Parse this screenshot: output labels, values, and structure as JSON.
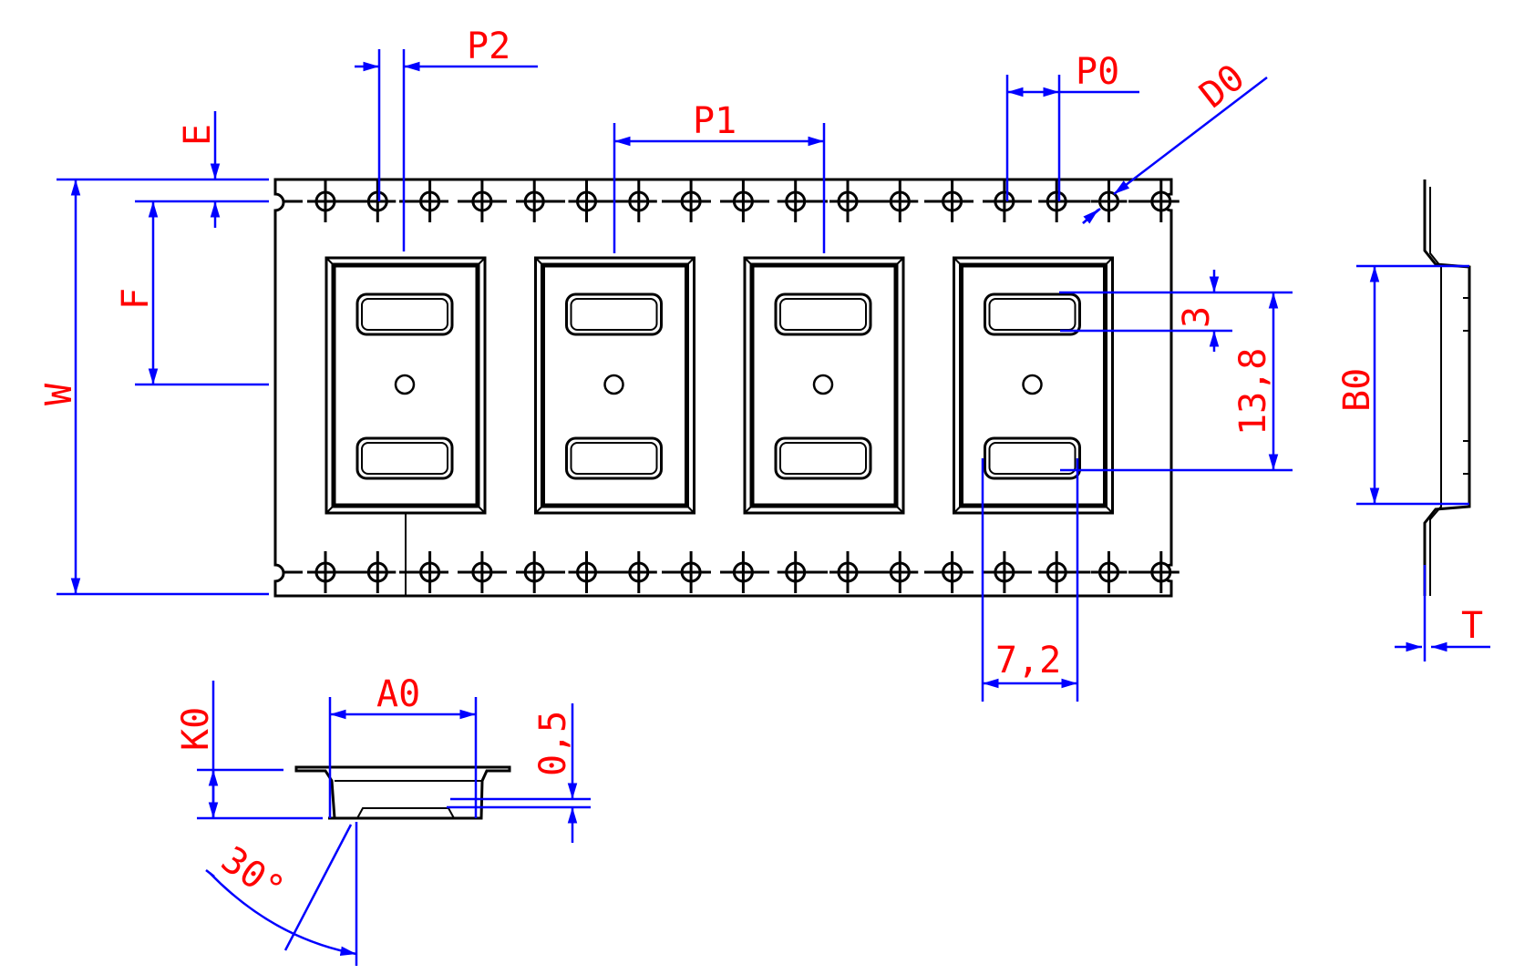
{
  "drawing": {
    "title": "Carrier tape dimension drawing",
    "colors": {
      "outline": "#000000",
      "dimension_line": "#0000ff",
      "label": "#ff0000",
      "background": "#ffffff"
    },
    "pocket_count": 4,
    "sprocket_holes_per_row": 17,
    "labels": {
      "P2": "P2",
      "P1": "P1",
      "P0": "P0",
      "D0": "D0",
      "E": "E",
      "F": "F",
      "W": "W",
      "B0": "B0",
      "T": "T",
      "A0": "A0",
      "K0": "K0",
      "pad_height": "3",
      "pad_span": "13,8",
      "pad_width": "7,2",
      "bottom_step": "0,5",
      "angle": "30°"
    },
    "views": [
      "top-view",
      "side-view",
      "cross-section"
    ]
  }
}
